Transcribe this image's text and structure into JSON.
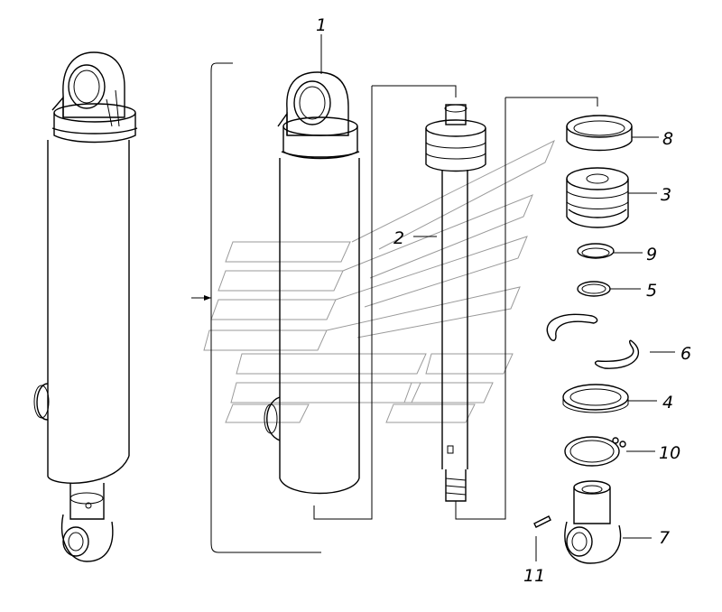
{
  "diagram": {
    "callouts": [
      {
        "id": "1",
        "text": "1"
      },
      {
        "id": "2",
        "text": "2"
      },
      {
        "id": "3",
        "text": "3"
      },
      {
        "id": "4",
        "text": "4"
      },
      {
        "id": "5",
        "text": "5"
      },
      {
        "id": "6",
        "text": "6"
      },
      {
        "id": "7",
        "text": "7"
      },
      {
        "id": "8",
        "text": "8"
      },
      {
        "id": "9",
        "text": "9"
      },
      {
        "id": "10",
        "text": "10"
      },
      {
        "id": "11",
        "text": "11"
      }
    ],
    "colors": {
      "line": "#000000",
      "watermark": "#9a9a9a",
      "background": "#ffffff"
    }
  }
}
